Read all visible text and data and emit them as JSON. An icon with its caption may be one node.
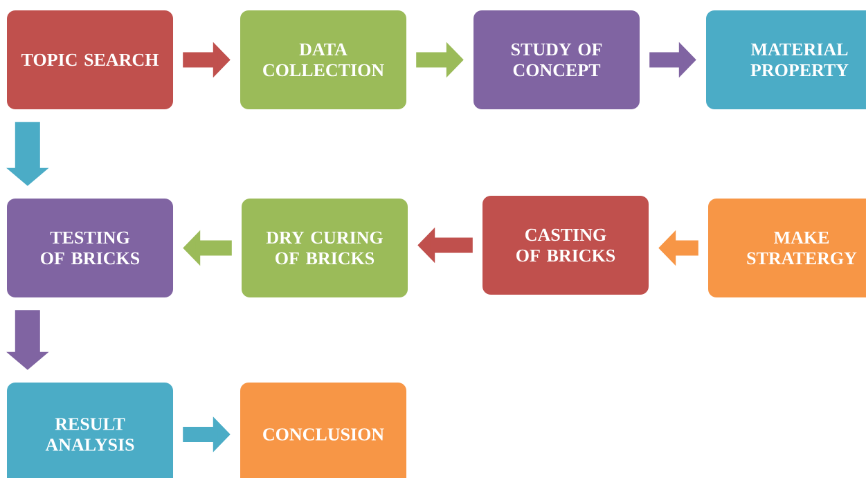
{
  "diagram": {
    "nodes": [
      {
        "text": [
          "TOPIC SEARCH"
        ]
      },
      {
        "text": [
          "DATA COLLECTION"
        ]
      },
      {
        "text": [
          "STUDY OF CONCEPT"
        ]
      },
      {
        "text": [
          "MATERIAL PROPERTY"
        ]
      },
      {
        "text": [
          "TESTING OF BRICKS"
        ]
      },
      {
        "text": [
          "DRY CURING OF BRICKS"
        ]
      },
      {
        "text": [
          "CASTING OF BRICKS"
        ]
      },
      {
        "text": [
          "MAKE STRATERGY"
        ]
      },
      {
        "text": [
          "RESULT ANALYSIS"
        ]
      },
      {
        "text": [
          "CONCLUSION"
        ]
      }
    ],
    "edges": [
      {
        "from": 0,
        "to": 1,
        "arrow": "to",
        "color": "#c0504d"
      },
      {
        "from": 1,
        "to": 2,
        "arrow": "to",
        "color": "#9bbb59"
      },
      {
        "from": 2,
        "to": 3,
        "arrow": "to",
        "color": "#8064a2"
      },
      {
        "from": 0,
        "to": 4,
        "arrow": "to",
        "color": "#4bacc6"
      },
      {
        "from": 7,
        "to": 6,
        "arrow": "to",
        "color": "#f79646"
      },
      {
        "from": 6,
        "to": 5,
        "arrow": "to",
        "color": "#c0504d"
      },
      {
        "from": 5,
        "to": 4,
        "arrow": "to",
        "color": "#9bbb59"
      },
      {
        "from": 4,
        "to": 8,
        "arrow": "to",
        "color": "#8064a2"
      },
      {
        "from": 8,
        "to": 9,
        "arrow": "to",
        "color": "#4bacc6"
      }
    ]
  }
}
